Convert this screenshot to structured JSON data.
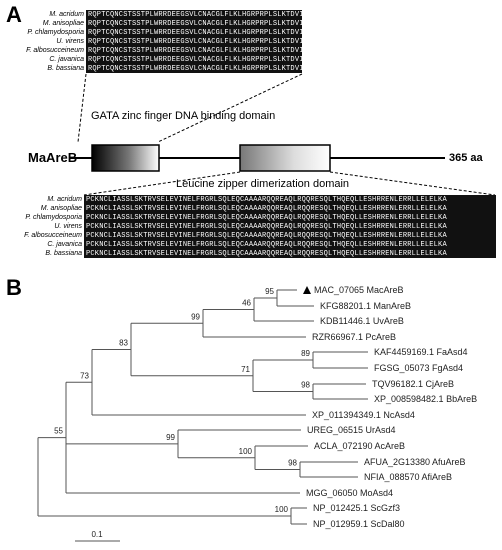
{
  "panel_a": {
    "letter": "A",
    "gene_name": "MaAreB",
    "length": "365 aa",
    "gata_domain_label": "GATA zinc finger DNA binding domain",
    "leucine_domain_label": "Leucine zipper dimerization domain",
    "species_top": [
      "M. acridum",
      "M. anisopliae",
      "P. chlamydosporia",
      "U. virens",
      "F. albosucceineum",
      "C. javanica",
      "B. bassiana"
    ],
    "species_bottom": [
      "M. acridum",
      "M. anisopliae",
      "P. chlamydosporia",
      "U. virens",
      "F. albosucceineum",
      "C. javanica",
      "B. bassiana"
    ],
    "seq_top": [
      "RQPTCQNCSTSSTPLWRRDEEGSVLCNACGLFLKLHGRPRPLSLKTDVIKSRNRVKTQRFDLSSKKK",
      "RQPTCQNCSTSSTPLWRRDEEGSVLCNACGLFLKLHGRPRPLSLKTDVIKSRNRVKTQRFDLSSKKK",
      "RQPTCQNCSTSSTPLWRRDEEGSVLCNACGLFLKLHGRPRPLSLKTDVIKSRNRVKTQRFDLSSKKK",
      "RQPTCQNCSTSSTPLWRRDEEGSVLCNACGLFLKLHGRPRPLSLKTDVIKSRNRVKTQRFDLSSKKK",
      "RQPTCQNCSTSSTPLWRRDEEGSVLCNACGLFLKLHGRPRPLSLKTDVIKSRNRVKTQRFDLSSKKK",
      "RQPTCQNCSTSSTPLWRRDEEGSVLCNACGLFLKLHGRPRPLSLKTDVIKSRNRVKTQRFDLSSKKK",
      "RQPTCQNCSTSSTPLWRRDEEGSVLCNACGLFLKLHGRPRPLSLKTDVIKSRNRVKTQRFDLSSKKK"
    ],
    "seq_bottom": [
      "PCKNCLIASSLSKTRVSELEVINELFRGRLSQLEQCAAAARQQREAQLRQQRESQLTHQEQLLESHRRENLERRLLELELKA",
      "PCKNCLIASSLSKTRVSELEVINELFRGRLSQLEQCAAAARQQREAQLRQQRESQLTHQEQLLESHRRENLERRLLELELKA",
      "PCKNCLIASSLSKTRVSELEVINELFRGRLSQLEQCAAAARQQREAQLRQQRESQLTHQEQLLESHRRENLERRLLELELKA",
      "PCKNCLIASSLSKTRVSELEVINELFRGRLSQLEQCAAAARQQREAQLRQQRESQLTHQEQLLESHRRENLERRLLELELKA",
      "PCKNCLIASSLSKTRVSELEVINELFRGRLSQLEQCAAAARQQREAQLRQQRESQLTHQEQLLESHRRENLERRLLELELKA",
      "PCKNCLIASSLSKTRVSELEVINELFRGRLSQLEQCAAAARQQREAQLRQQRESQLTHQEQLLESHRRENLERRLLELELKA",
      "PCKNCLIASSLSKTRVSELEVINELFRGRLSQLEQCAAAARQQREAQLRQQRESQLTHQEQLLESHRRENLERRLLELELKA"
    ]
  },
  "panel_b": {
    "letter": "B",
    "scale_label": "0.1",
    "leaves": [
      {
        "id": "MAC_07065",
        "name": "MacAreB",
        "marked": true
      },
      {
        "id": "KFG88201.1",
        "name": "ManAreB",
        "marked": false
      },
      {
        "id": "KDB11446.1",
        "name": "UvAreB",
        "marked": false
      },
      {
        "id": "RZR66967.1",
        "name": "PcAreB",
        "marked": false
      },
      {
        "id": "KAF4459169.1",
        "name": "FaAsd4",
        "marked": false
      },
      {
        "id": "FGSG_05073",
        "name": "FgAsd4",
        "marked": false
      },
      {
        "id": "TQV96182.1",
        "name": "CjAreB",
        "marked": false
      },
      {
        "id": "XP_008598482.1",
        "name": "BbAreB",
        "marked": false
      },
      {
        "id": "XP_011394349.1",
        "name": "NcAsd4",
        "marked": false
      },
      {
        "id": "UREG_06515",
        "name": "UrAsd4",
        "marked": false
      },
      {
        "id": "ACLA_072190",
        "name": "AcAreB",
        "marked": false
      },
      {
        "id": "AFUA_2G13380",
        "name": "AfuAreB",
        "marked": false
      },
      {
        "id": "NFIA_088570",
        "name": "AfiAreB",
        "marked": false
      },
      {
        "id": "MGG_06050",
        "name": "MoAsd4",
        "marked": false
      },
      {
        "id": "NP_012425.1",
        "name": "ScGzf3",
        "marked": false
      },
      {
        "id": "NP_012959.1",
        "name": "ScDal80",
        "marked": false
      }
    ],
    "bootstrap": {
      "n_man": "95",
      "n_uv": "46",
      "n_pc": "99",
      "n_fafg": "89",
      "n_cjbb": "98",
      "n_fus": "71",
      "n_sord": "83",
      "n_ncsord": "73",
      "n_afi": "98",
      "n_asp": "100",
      "n_eur": "99",
      "n_pezi": "55",
      "n_sc": "100"
    }
  }
}
